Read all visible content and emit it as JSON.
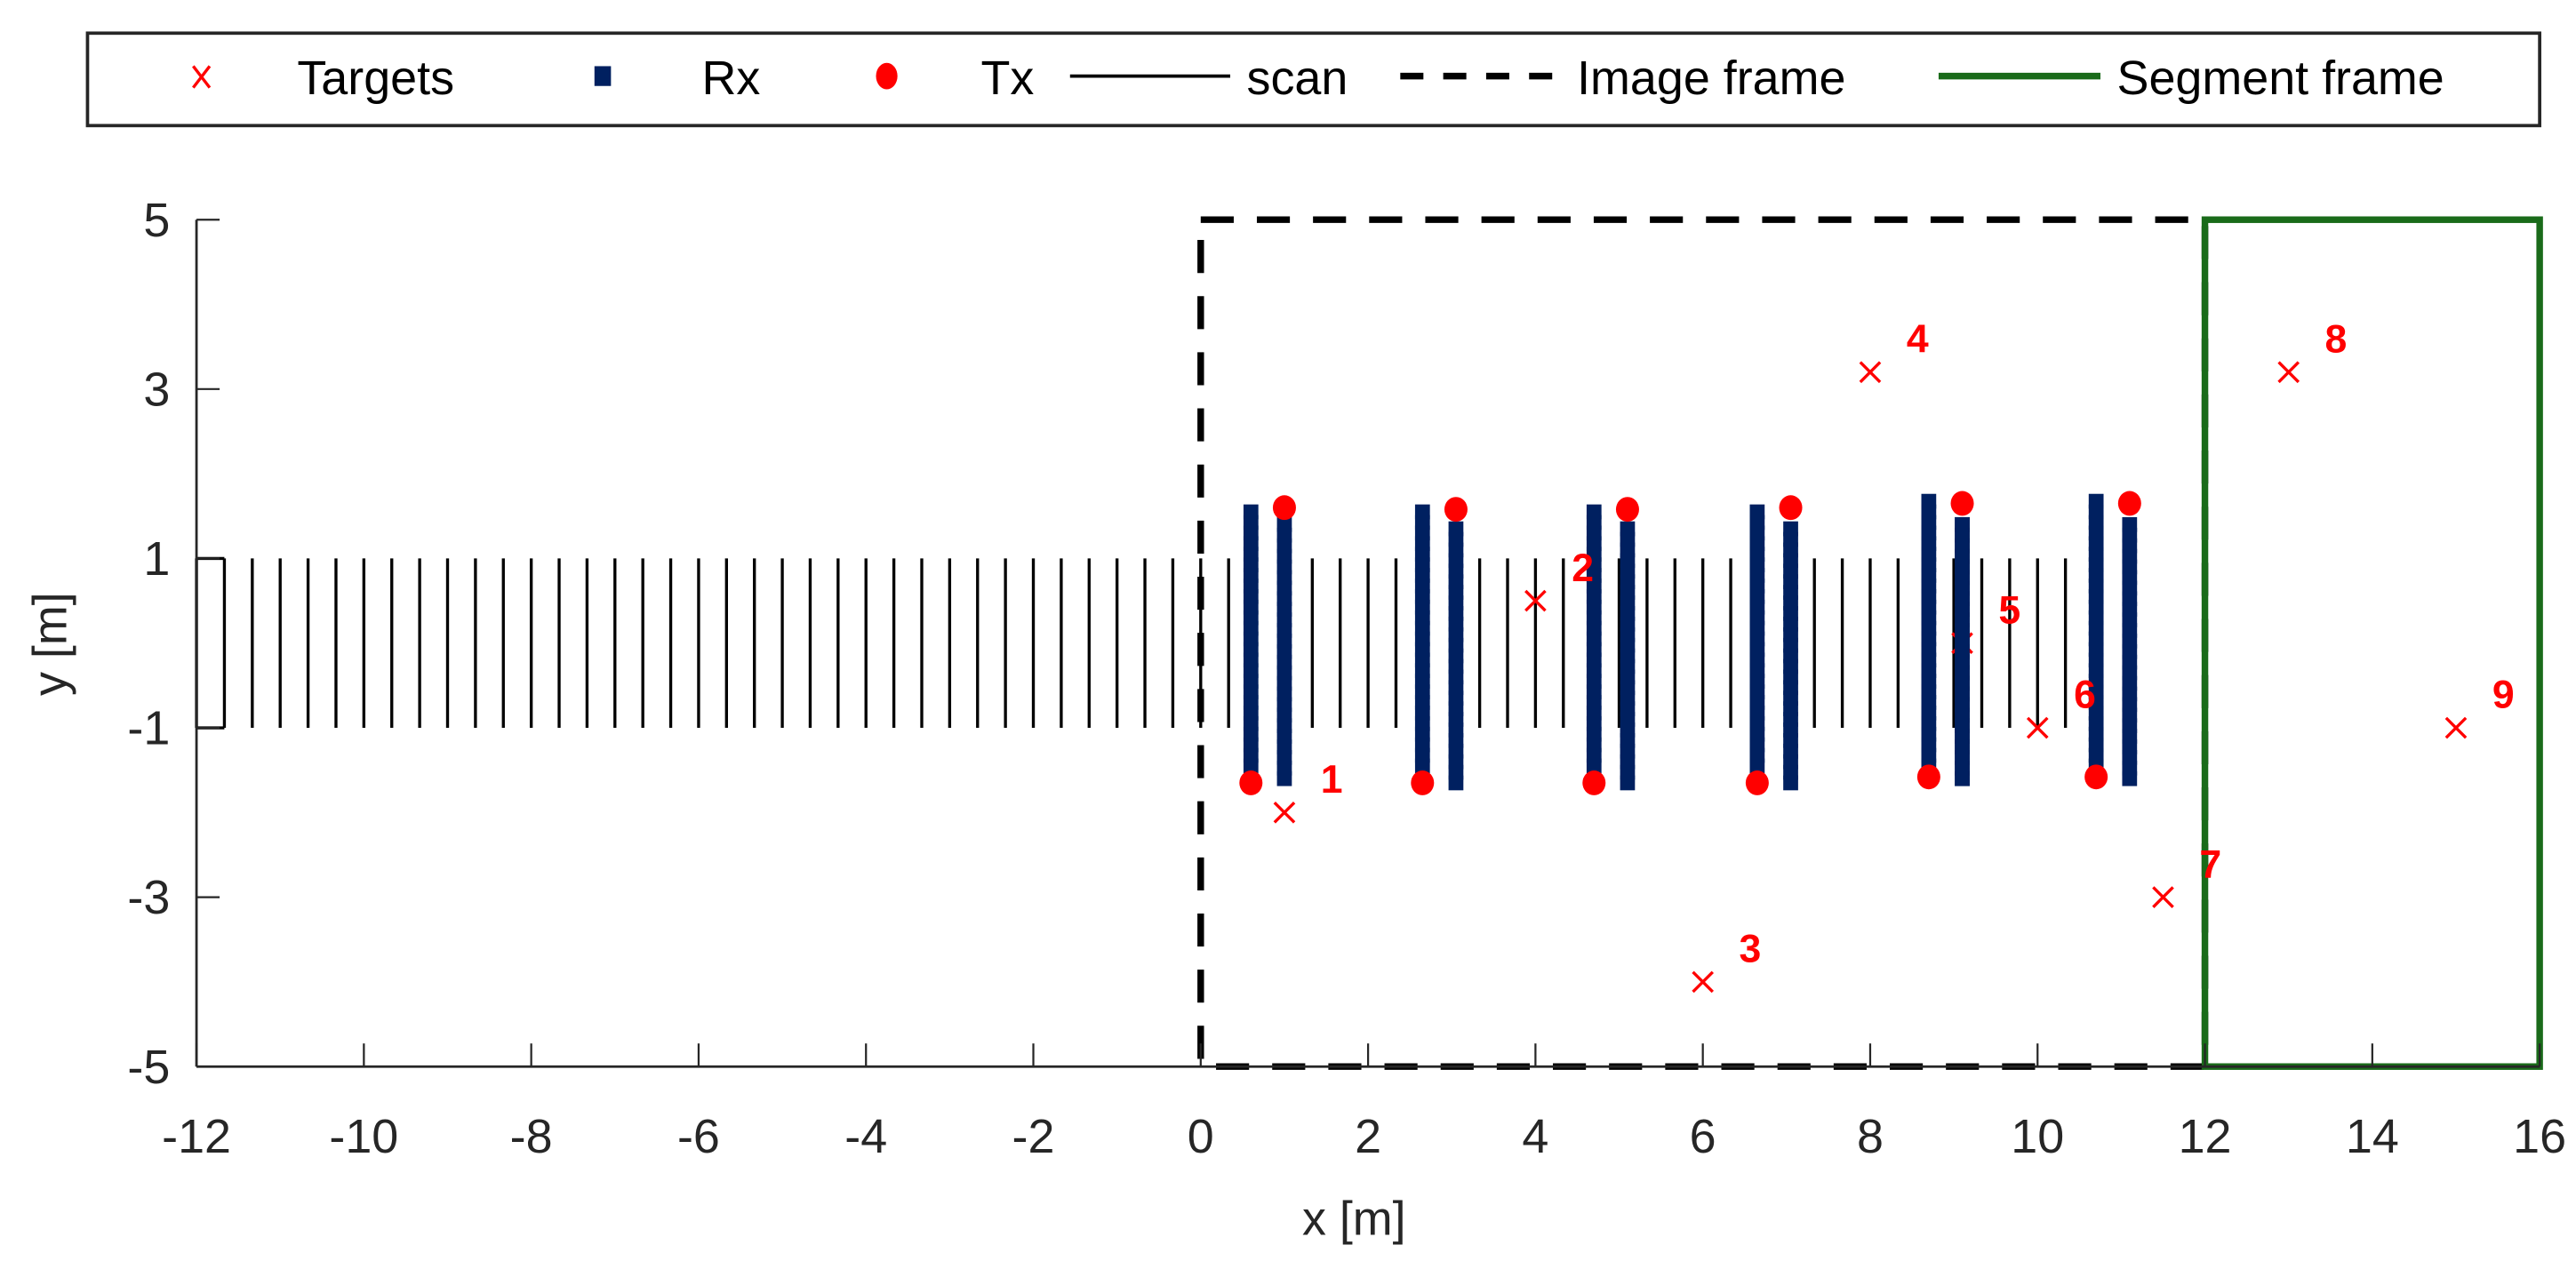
{
  "chart_data": {
    "type": "scatter",
    "title": "",
    "xlabel": "x [m]",
    "ylabel": "y [m]",
    "xlim": [
      -12,
      16
    ],
    "ylim": [
      -5,
      5
    ],
    "xticks": [
      -12,
      -10,
      -8,
      -6,
      -4,
      -2,
      0,
      2,
      4,
      6,
      8,
      10,
      12,
      14,
      16
    ],
    "yticks": [
      -5,
      -3,
      -1,
      1,
      3,
      5
    ],
    "grid": false,
    "legend_position": "top (outside, horizontal)",
    "legend": [
      {
        "label": "Targets",
        "marker": "x",
        "color": "#ff0000"
      },
      {
        "label": "Rx",
        "marker": "square",
        "color": "#002060"
      },
      {
        "label": "Tx",
        "marker": "circle",
        "color": "#ff0000"
      },
      {
        "label": "scan",
        "line": "solid",
        "color": "#000000"
      },
      {
        "label": "Image frame",
        "line": "dashed",
        "color": "#000000"
      },
      {
        "label": "Segment frame",
        "line": "solid",
        "color": "#1a6b1a"
      }
    ],
    "series": [
      {
        "name": "Targets",
        "points": [
          {
            "id": "1",
            "x": 1,
            "y": -2
          },
          {
            "id": "2",
            "x": 4,
            "y": 0.5
          },
          {
            "id": "3",
            "x": 6,
            "y": -4
          },
          {
            "id": "4",
            "x": 8,
            "y": 3.2
          },
          {
            "id": "5",
            "x": 9.1,
            "y": 0
          },
          {
            "id": "6",
            "x": 10,
            "y": -1
          },
          {
            "id": "7",
            "x": 11.5,
            "y": -3
          },
          {
            "id": "8",
            "x": 13,
            "y": 3.2
          },
          {
            "id": "9",
            "x": 15,
            "y": -1
          }
        ]
      },
      {
        "name": "Tx",
        "points": [
          {
            "x": 0.6,
            "y": -1.65
          },
          {
            "x": 1.0,
            "y": 1.6
          },
          {
            "x": 2.65,
            "y": -1.65
          },
          {
            "x": 3.05,
            "y": 1.58
          },
          {
            "x": 4.7,
            "y": -1.65
          },
          {
            "x": 5.1,
            "y": 1.58
          },
          {
            "x": 6.65,
            "y": -1.65
          },
          {
            "x": 7.05,
            "y": 1.6
          },
          {
            "x": 8.7,
            "y": -1.58
          },
          {
            "x": 9.1,
            "y": 1.65
          },
          {
            "x": 10.7,
            "y": -1.58
          },
          {
            "x": 11.1,
            "y": 1.65
          }
        ]
      },
      {
        "name": "Rx",
        "columns": [
          {
            "x": 0.6,
            "y_from": -1.45,
            "y_to": 1.6
          },
          {
            "x": 1.0,
            "y_from": -1.6,
            "y_to": 1.45
          },
          {
            "x": 2.65,
            "y_from": -1.45,
            "y_to": 1.6
          },
          {
            "x": 3.05,
            "y_from": -1.65,
            "y_to": 1.45
          },
          {
            "x": 4.7,
            "y_from": -1.45,
            "y_to": 1.6
          },
          {
            "x": 5.1,
            "y_from": -1.65,
            "y_to": 1.45
          },
          {
            "x": 6.65,
            "y_from": -1.45,
            "y_to": 1.6
          },
          {
            "x": 7.05,
            "y_from": -1.65,
            "y_to": 1.45
          },
          {
            "x": 8.7,
            "y_from": -1.45,
            "y_to": 1.7
          },
          {
            "x": 9.1,
            "y_from": -1.6,
            "y_to": 1.5
          },
          {
            "x": 10.7,
            "y_from": -1.45,
            "y_to": 1.7
          },
          {
            "x": 11.1,
            "y_from": -1.6,
            "y_to": 1.5
          }
        ],
        "spacing": 0.125
      },
      {
        "name": "scan",
        "x_start": -12,
        "x_end": 10.333,
        "x_step": 0.3333,
        "y_range": [
          -1,
          1
        ],
        "start_connector_x": [
          -12,
          -11.667
        ]
      },
      {
        "name": "Image frame",
        "rect": {
          "x0": 0,
          "x1": 12,
          "y0": -5,
          "y1": 5
        }
      },
      {
        "name": "Segment frame",
        "rect": {
          "x0": 12,
          "x1": 16,
          "y0": -5,
          "y1": 5
        }
      }
    ]
  },
  "legend": {
    "items": [
      {
        "label": "Targets"
      },
      {
        "label": "Rx"
      },
      {
        "label": "Tx"
      },
      {
        "label": "scan"
      },
      {
        "label": "Image frame"
      },
      {
        "label": "Segment frame"
      }
    ]
  },
  "axes": {
    "xlabel": "x [m]",
    "ylabel": "y [m]",
    "xtick_labels": [
      "-12",
      "-10",
      "-8",
      "-6",
      "-4",
      "-2",
      "0",
      "2",
      "4",
      "6",
      "8",
      "10",
      "12",
      "14",
      "16"
    ],
    "ytick_labels": [
      "-5",
      "-3",
      "-1",
      "1",
      "3",
      "5"
    ]
  },
  "colors": {
    "target": "#ff0000",
    "tx": "#ff0000",
    "rx": "#002060",
    "scan": "#000000",
    "image_frame": "#000000",
    "segment_frame": "#1a6b1a",
    "axis": "#262626"
  }
}
